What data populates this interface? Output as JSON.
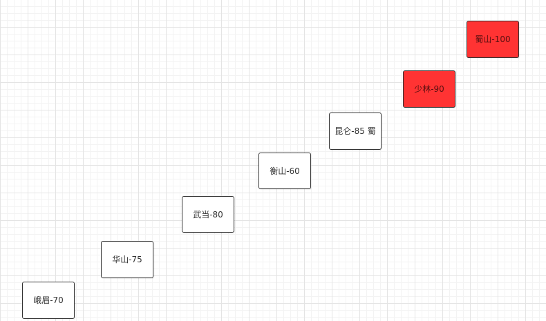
{
  "diagram": {
    "nodes": [
      {
        "label": "峨眉-70",
        "highlight": false
      },
      {
        "label": "华山-75",
        "highlight": false
      },
      {
        "label": "武当-80",
        "highlight": false
      },
      {
        "label": "衡山-60",
        "highlight": false
      },
      {
        "label": "昆仑-85 蜀",
        "highlight": false
      },
      {
        "label": "少林-90",
        "highlight": true
      },
      {
        "label": "蜀山-100",
        "highlight": true
      }
    ],
    "colors": {
      "highlight_fill": "#ff3333",
      "node_border": "#333333",
      "node_fill": "#ffffff",
      "grid_line": "#e4e4e4"
    }
  }
}
